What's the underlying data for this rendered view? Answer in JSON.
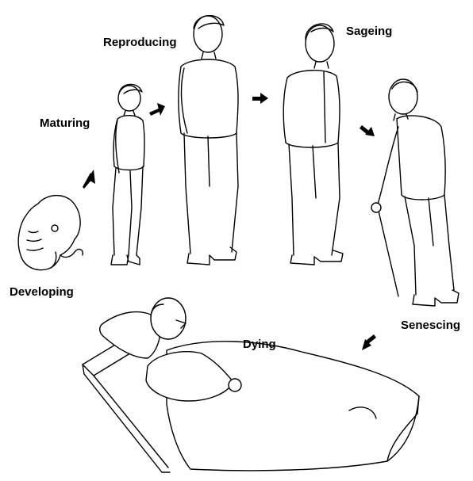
{
  "diagram": {
    "stages": [
      {
        "id": "developing",
        "label": "Developing"
      },
      {
        "id": "maturing",
        "label": "Maturing"
      },
      {
        "id": "reproducing",
        "label": "Reproducing"
      },
      {
        "id": "sageing",
        "label": "Sageing"
      },
      {
        "id": "senescing",
        "label": "Senescing"
      },
      {
        "id": "dying",
        "label": "Dying"
      }
    ]
  }
}
